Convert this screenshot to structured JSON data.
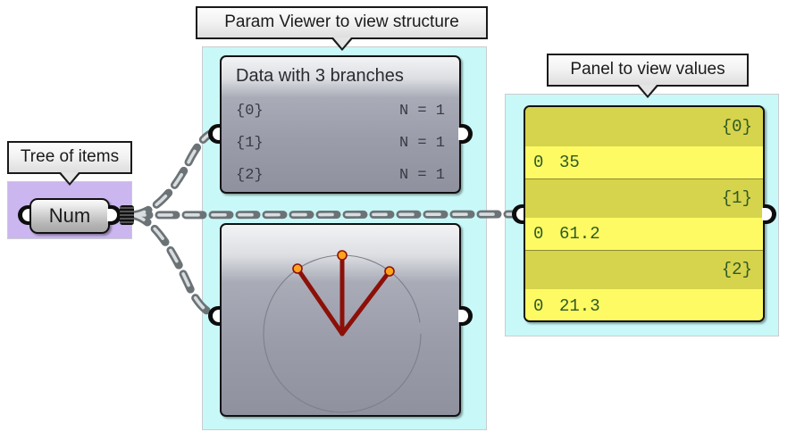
{
  "callouts": [
    {
      "id": "tree-of-items",
      "text": "Tree of items"
    },
    {
      "id": "param-viewer",
      "text": "Param Viewer to view structure"
    },
    {
      "id": "panel",
      "text": "Panel to view values"
    }
  ],
  "num_component": {
    "label": "Num"
  },
  "param_viewer": {
    "title": "Data with 3 branches",
    "rows": [
      {
        "path": "{0}",
        "count": "N = 1"
      },
      {
        "path": "{1}",
        "count": "N = 1"
      },
      {
        "path": "{2}",
        "count": "N = 1"
      }
    ]
  },
  "viewport": {
    "line_color": "#8c1008",
    "point_color": "#ffa31a",
    "circle_color": "#7d7f8c",
    "lines": [
      {
        "angle_deg": 125,
        "label": "branch-0-line"
      },
      {
        "angle_deg": 90,
        "label": "branch-1-line"
      },
      {
        "angle_deg": 58,
        "label": "branch-2-line"
      }
    ]
  },
  "panel": {
    "groups": [
      {
        "branch": "{0}",
        "index": "0",
        "value": "35"
      },
      {
        "branch": "{1}",
        "index": "0",
        "value": "61.2"
      },
      {
        "branch": "{2}",
        "index": "0",
        "value": "21.3"
      }
    ]
  },
  "colors": {
    "group_cyan": "#c9f8f8",
    "group_purple": "#cbb6ef",
    "panel_value_row": "#fdfa63",
    "panel_branch_row": "#d6d34c",
    "panel_text": "#2e5a25",
    "wire": "#6b7376",
    "component_body": "#9a9caa"
  }
}
